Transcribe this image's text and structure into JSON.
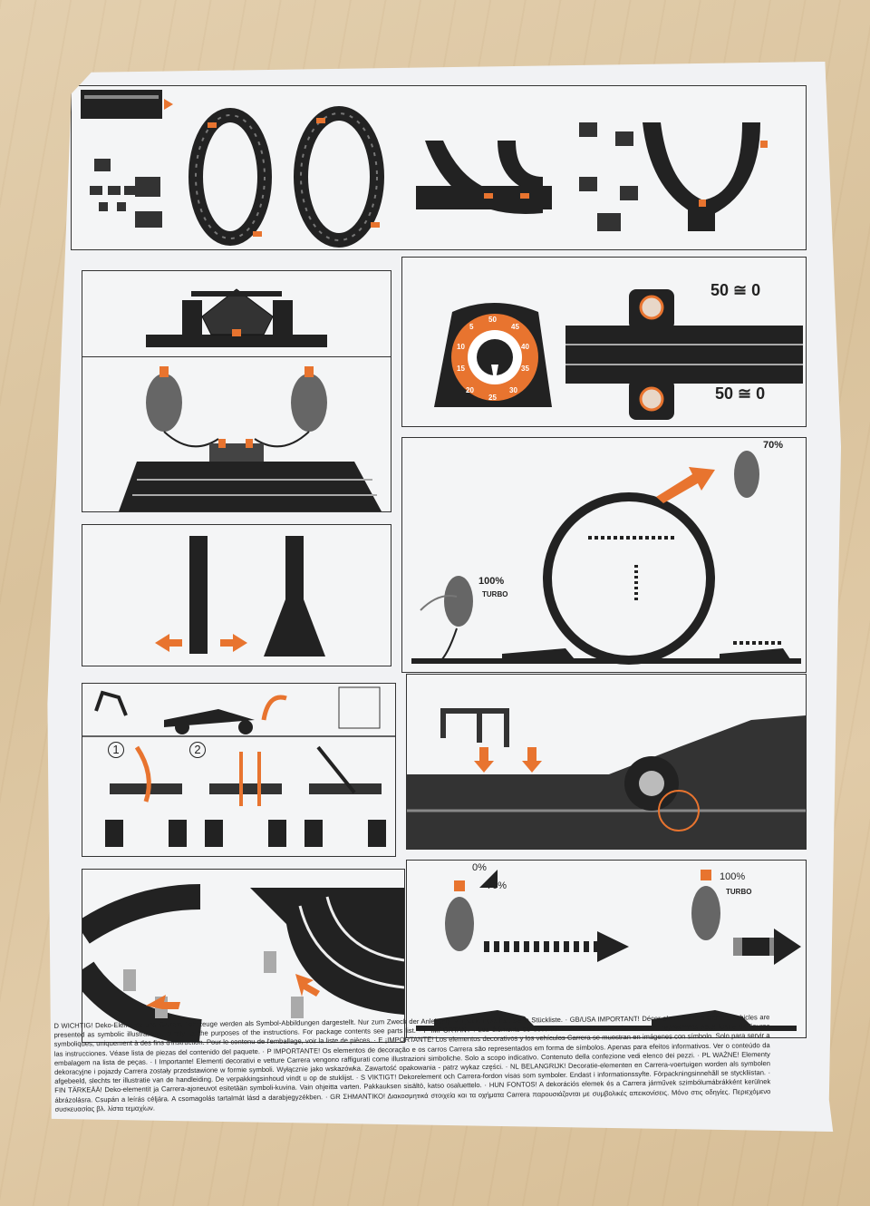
{
  "scale_labels": {
    "top": "50 ≅ 0",
    "bottom": "50 ≅ 0",
    "dial": [
      "50",
      "45",
      "40",
      "35",
      "30",
      "25",
      "20",
      "15",
      "10",
      "5"
    ]
  },
  "loop_panel": {
    "throttle": "70%",
    "turbo_pct": "100%",
    "turbo": "TURBO"
  },
  "step_numbers": [
    "1",
    "2"
  ],
  "speed_panel": {
    "zero": "0%",
    "seventy": "70%",
    "hundred": "100%",
    "turbo": "TURBO"
  },
  "disclaimer": {
    "text": "D WICHTIG! Deko-Elemente und Carrera Fahrzeuge werden als Symbol-Abbildungen dargestellt. Nur zum Zweck der Anleitung. Verpackungsinhalt siehe Stückliste. · GB/USA IMPORTANT! Décor elements and Carrera vehicles are presented as symbolic illustrations, purely for the purposes of the instructions. For package contents see parts list. · F IMPORTANT ! Les éléments de décoration et les véhicules Carrera sont représentés sous forme de figures symboliques, uniquement à des fins d'instruction. Pour le contenu de l'emballage, voir la liste de pièces. · E ¡IMPORTANTE! Los elementos decorativos y los vehículos Carrera se muestran en imágenes con símbolo. Solo para servir a las instrucciones. Véase lista de piezas del contenido del paquete. · P IMPORTANTE! Os elementos de decoração e os carros Carrera são representados em forma de símbolos. Apenas para efeitos informativos. Ver o conteúdo da embalagem na lista de peças. · I Importante! Elementi decorativi e vetture Carrera vengono raffigurati come illustrazioni simboliche. Solo a scopo indicativo. Contenuto della confezione vedi elenco dei pezzi. · PL WAŻNE! Elementy dekoracyjne i pojazdy Carrera zostały przedstawione w formie symboli. Wyłącznie jako wskazówka. Zawartość opakowania - patrz wykaz części. · NL BELANGRIJK! Decoratie-elementen en Carrera-voertuigen worden als symbolen afgebeeld, slechts ter illustratie van de handleiding. De verpakkingsinhoud vindt u op de stuklijst. · S VIKTIGT! Dekorelement och Carrera-fordon visas som symboler. Endast i informationssyfte. Förpackningsinnehåll se styckliistan. · FIN TÄRKEÄÄ! Deko-elementit ja Carrera-ajoneuvot esitetään symboli-kuvina. Vain ohjeitta varten. Pakkauksen sisältö, katso osaluettelo. · HUN FONTOS! A dekorációs elemek és a Carrera járművek szimbólumábrákként kerülnek ábrázolásra. Csupán a leírás céljára. A csomagolás tartalmát lásd a darabjegyzékben. · GR ΣΗΜΑΝΤΙΚΟ! Διακοσμητικά στοιχεία και τα οχήματα Carrera παρουσιάζονται με συμβολικές απεικονίσεις. Μόνο στις οδηγίες. Περιεχόμενο συσκευασίας βλ. λίστα τεμαχίων."
  }
}
